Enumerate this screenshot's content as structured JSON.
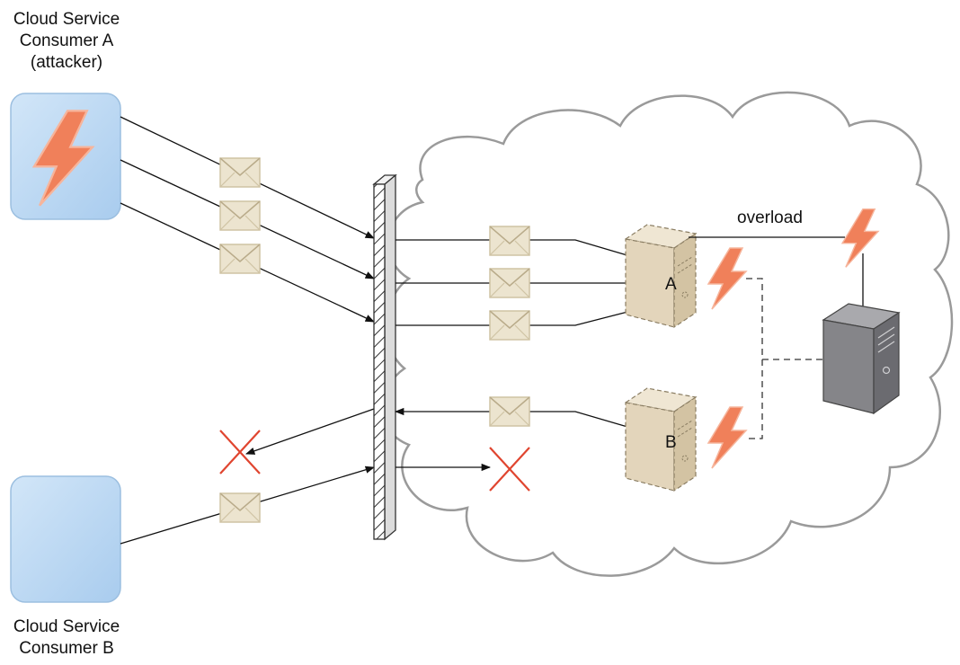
{
  "consumer_a": {
    "label_line1": "Cloud Service",
    "label_line2": "Consumer A",
    "label_line3": "(attacker)"
  },
  "consumer_b": {
    "label_line1": "Cloud Service",
    "label_line2": "Consumer B"
  },
  "cloud": {
    "overload_label": "overload",
    "server_a_label": "A",
    "server_b_label": "B"
  },
  "colors": {
    "consumer_box": "#b9d6f2",
    "lightning": "#f0805a",
    "envelope": "#ece4cf",
    "server": "#e6dac4",
    "storage_device": "#7c7c80",
    "blocked_x": "#e0452f",
    "cloud_outline": "#9a9a9a"
  },
  "icons": {
    "consumer_a": "lightning-icon",
    "messages": "envelope-icon",
    "blocked": "x-icon",
    "servers": "server-icon",
    "physical_host": "tower-server-icon",
    "firewall": "firewall-icon"
  }
}
